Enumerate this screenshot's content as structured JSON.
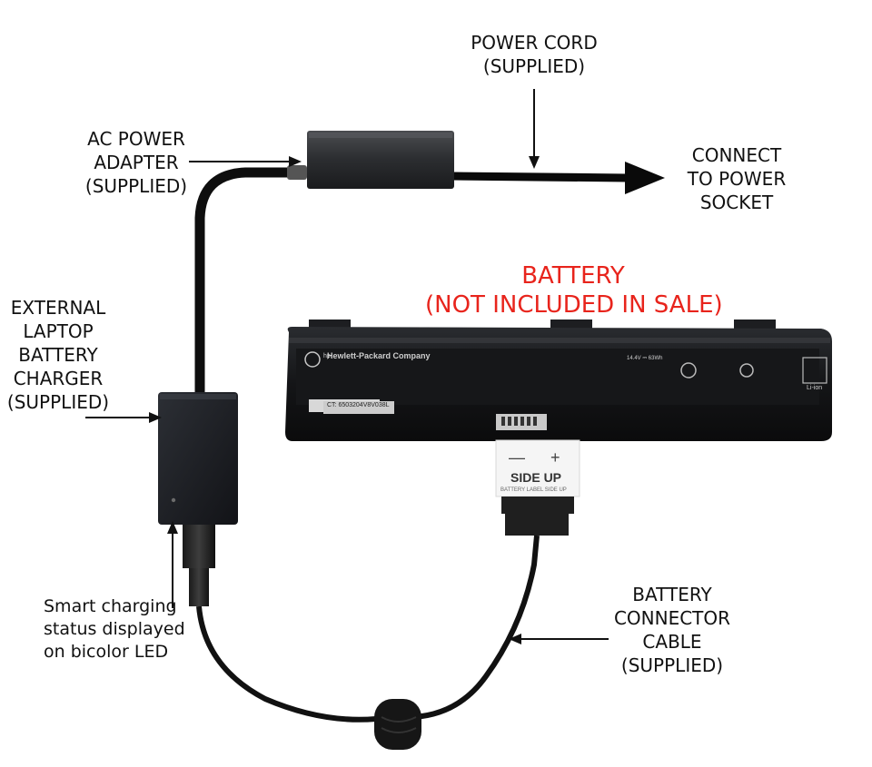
{
  "labels": {
    "power_cord": [
      "POWER CORD",
      "(SUPPLIED)"
    ],
    "ac_adapter": [
      "AC POWER",
      "ADAPTER",
      "(SUPPLIED)"
    ],
    "connect_socket": [
      "CONNECT",
      "TO POWER",
      "SOCKET"
    ],
    "battery_title": [
      "BATTERY",
      "(NOT INCLUDED IN SALE)"
    ],
    "external_charger": [
      "EXTERNAL",
      "LAPTOP",
      "BATTERY",
      "CHARGER",
      "(SUPPLIED)"
    ],
    "led_status": [
      "Smart charging",
      "status displayed",
      "on bicolor LED"
    ],
    "connector_cable": [
      "BATTERY",
      "CONNECTOR",
      "CABLE",
      "(SUPPLIED)"
    ]
  },
  "battery": {
    "brand": "Hewlett-Packard Company",
    "logo": "hp",
    "chemistry": "Li-ion",
    "spec": "14.4V ⎓ 63Wh",
    "serial": "CT: 6503204V8V038L"
  },
  "connector": {
    "minus": "—",
    "plus": "+",
    "side_up": "SIDE UP",
    "label_side_up": "BATTERY LABEL SIDE UP"
  },
  "colors": {
    "label_text": "#111111",
    "battery_title": "#e8241c",
    "device_body": "#1c1e22",
    "cable": "#111111"
  }
}
